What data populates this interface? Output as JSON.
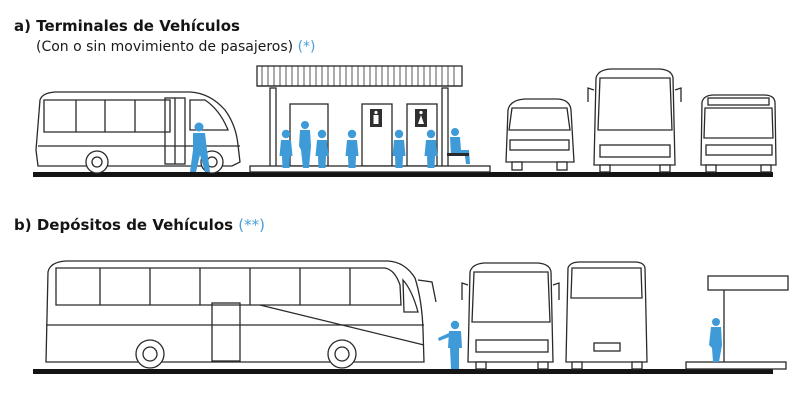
{
  "colors": {
    "ink": "#2a2a2a",
    "ground": "#141414",
    "accent": "#4a9fd8",
    "person": "#3f9ad8",
    "sign": "#2f2f2f"
  },
  "section_a": {
    "prefix": "a)",
    "title": "Terminales de Vehículos",
    "subtitle": "(Con o sin movimiento de pasajeros)",
    "note": "(*)"
  },
  "section_b": {
    "prefix": "b)",
    "title": "Depósitos de Vehículos",
    "note": "(**)"
  },
  "icons": {
    "restroom_men": "man-restroom-icon",
    "restroom_women": "woman-restroom-icon"
  }
}
